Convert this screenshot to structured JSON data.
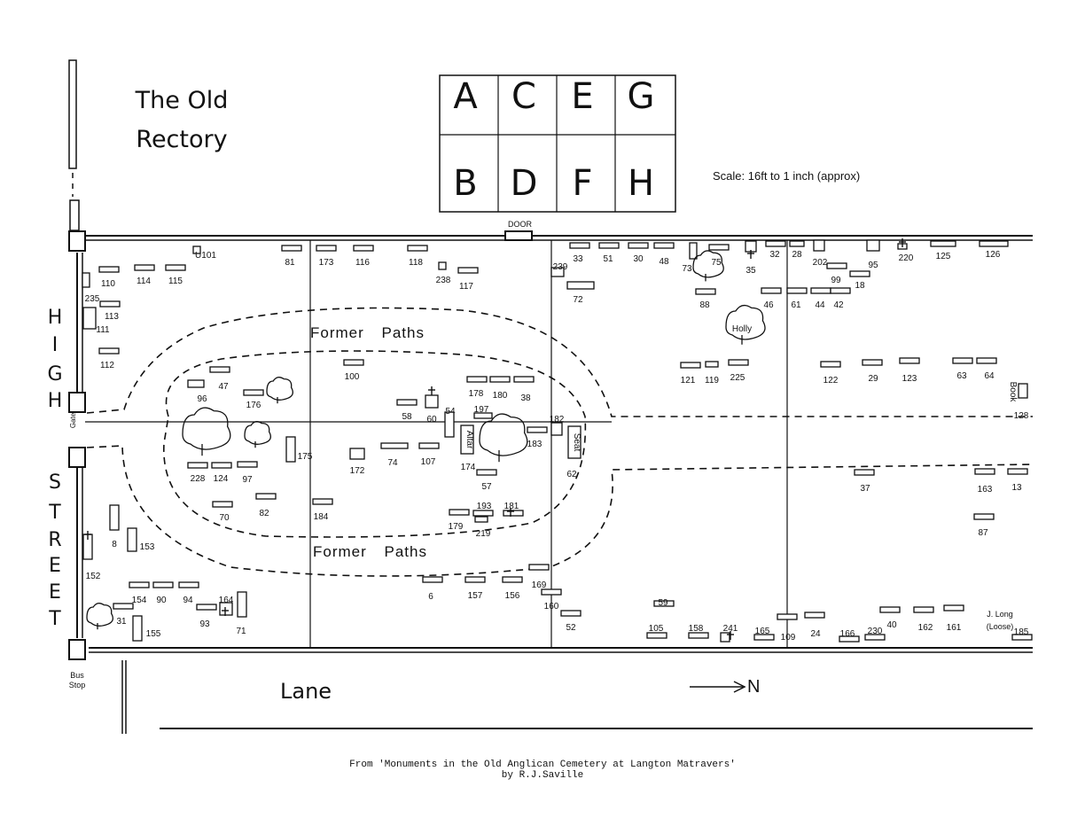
{
  "map": {
    "title_line1": "The Old",
    "title_line2": "Rectory",
    "street_letters": [
      "H",
      "I",
      "G",
      "H",
      "S",
      "T",
      "R",
      "E",
      "E",
      "T"
    ],
    "gate_label": "Gate",
    "door_label": "DOOR",
    "bus_stop_line1": "Bus",
    "bus_stop_line2": "Stop",
    "lane_label": "Lane",
    "north_label": "N",
    "former_paths_label": "Former Paths",
    "scale_label": "Scale: 16ft to 1 inch (approx)",
    "holly_label": "Holly",
    "altar_label": "Altar",
    "seat_label": "Seat",
    "book_label": "Book",
    "j_long_line1": "J. Long",
    "j_long_line2": "(Loose)",
    "grid_key": [
      "A",
      "C",
      "E",
      "G",
      "B",
      "D",
      "F",
      "H"
    ]
  },
  "plots": [
    {
      "n": "U101",
      "side": "w"
    },
    {
      "n": "81"
    },
    {
      "n": "173"
    },
    {
      "n": "116"
    },
    {
      "n": "118"
    },
    {
      "n": "110"
    },
    {
      "n": "114"
    },
    {
      "n": "115"
    },
    {
      "n": "235"
    },
    {
      "n": "113"
    },
    {
      "n": "111"
    },
    {
      "n": "112"
    },
    {
      "n": "238"
    },
    {
      "n": "117"
    },
    {
      "n": "239"
    },
    {
      "n": "33"
    },
    {
      "n": "51"
    },
    {
      "n": "30"
    },
    {
      "n": "48"
    },
    {
      "n": "73"
    },
    {
      "n": "75"
    },
    {
      "n": "35"
    },
    {
      "n": "32"
    },
    {
      "n": "28"
    },
    {
      "n": "202"
    },
    {
      "n": "95"
    },
    {
      "n": "220"
    },
    {
      "n": "125"
    },
    {
      "n": "126"
    },
    {
      "n": "72"
    },
    {
      "n": "88"
    },
    {
      "n": "99"
    },
    {
      "n": "18"
    },
    {
      "n": "46"
    },
    {
      "n": "61"
    },
    {
      "n": "44"
    },
    {
      "n": "42"
    },
    {
      "n": "100"
    },
    {
      "n": "96"
    },
    {
      "n": "47"
    },
    {
      "n": "176"
    },
    {
      "n": "58"
    },
    {
      "n": "60"
    },
    {
      "n": "54"
    },
    {
      "n": "178"
    },
    {
      "n": "180"
    },
    {
      "n": "38"
    },
    {
      "n": "197"
    },
    {
      "n": "182"
    },
    {
      "n": "183"
    },
    {
      "n": "121"
    },
    {
      "n": "119"
    },
    {
      "n": "225"
    },
    {
      "n": "122"
    },
    {
      "n": "29"
    },
    {
      "n": "123"
    },
    {
      "n": "63"
    },
    {
      "n": "64"
    },
    {
      "n": "128"
    },
    {
      "n": "175"
    },
    {
      "n": "172"
    },
    {
      "n": "74"
    },
    {
      "n": "107"
    },
    {
      "n": "174"
    },
    {
      "n": "62"
    },
    {
      "n": "228"
    },
    {
      "n": "124"
    },
    {
      "n": "97"
    },
    {
      "n": "57"
    },
    {
      "n": "37"
    },
    {
      "n": "163"
    },
    {
      "n": "13"
    },
    {
      "n": "70"
    },
    {
      "n": "82"
    },
    {
      "n": "184"
    },
    {
      "n": "193"
    },
    {
      "n": "181"
    },
    {
      "n": "179"
    },
    {
      "n": "219"
    },
    {
      "n": "87"
    },
    {
      "n": "8"
    },
    {
      "n": "153"
    },
    {
      "n": "152"
    },
    {
      "n": "6"
    },
    {
      "n": "157"
    },
    {
      "n": "156"
    },
    {
      "n": "169"
    },
    {
      "n": "160"
    },
    {
      "n": "154"
    },
    {
      "n": "90"
    },
    {
      "n": "94"
    },
    {
      "n": "164"
    },
    {
      "n": "31"
    },
    {
      "n": "93"
    },
    {
      "n": "71"
    },
    {
      "n": "155"
    },
    {
      "n": "59"
    },
    {
      "n": "52"
    },
    {
      "n": "105"
    },
    {
      "n": "158"
    },
    {
      "n": "241"
    },
    {
      "n": "165"
    },
    {
      "n": "109"
    },
    {
      "n": "24"
    },
    {
      "n": "166"
    },
    {
      "n": "230"
    },
    {
      "n": "40"
    },
    {
      "n": "162"
    },
    {
      "n": "161"
    },
    {
      "n": "185"
    }
  ],
  "caption_line1": "From 'Monuments in the Old Anglican Cemetery at Langton Matravers'",
  "caption_line2": "by R.J.Saville"
}
